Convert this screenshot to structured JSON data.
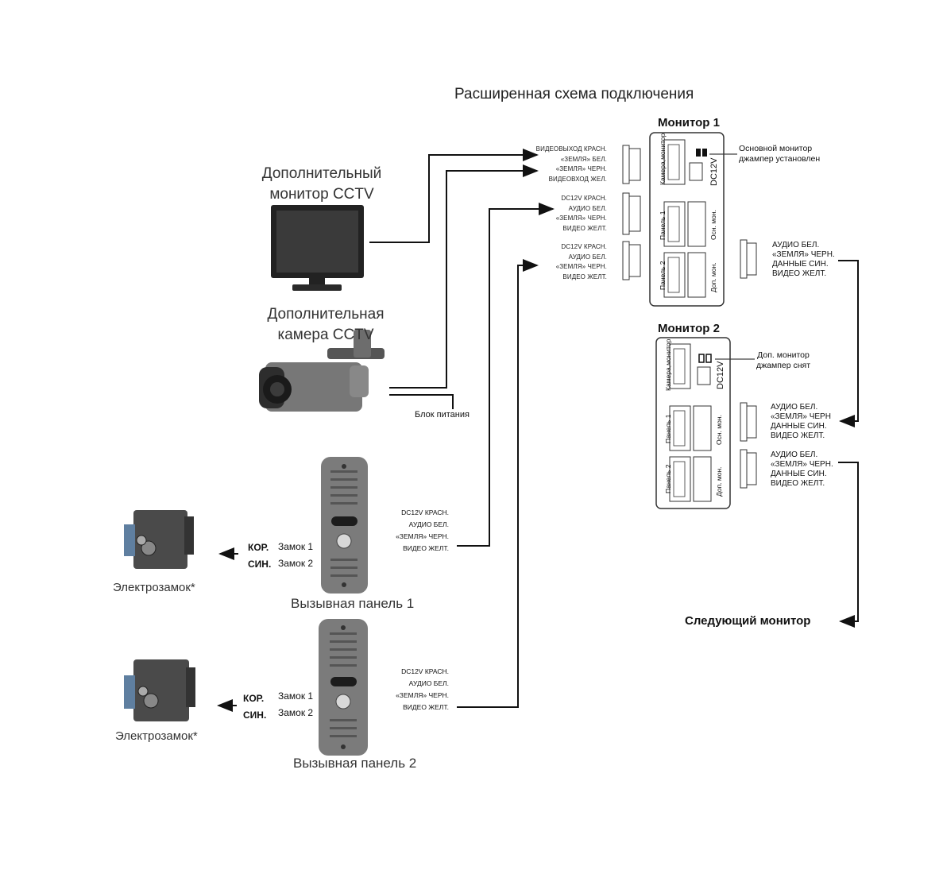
{
  "title": "Расширенная схема подключения",
  "monitor1": {
    "title": "Монитор 1",
    "jumper_note_line1": "Основной монитор",
    "jumper_note_line2": "джампер установлен",
    "cam_port_label": "Камера,монитор",
    "panel1_label": "Панель 1",
    "panel2_label": "Панель 2",
    "main_label": "Осн. мон.",
    "extra_label": "Доп. мон.",
    "dc_label": "DC12V",
    "out_wires": [
      "АУДИО БЕЛ.",
      "«ЗЕМЛЯ» ЧЕРН.",
      "ДАННЫЕ СИН.",
      "ВИДЕО ЖЕЛТ."
    ]
  },
  "monitor2": {
    "title": "Монитор 2",
    "jumper_note_line1": "Доп. монитор",
    "jumper_note_line2": "джампер снят",
    "cam_port_label": "Камера,монитор",
    "panel1_label": "Панель 1",
    "panel2_label": "Панель 2",
    "main_label": "Осн. мон.",
    "extra_label": "Доп. мон.",
    "dc_label": "DC12V",
    "in_wires": [
      "АУДИО БЕЛ.",
      "«ЗЕМЛЯ» ЧЕРН",
      "ДАННЫЕ СИН.",
      "ВИДЕО ЖЕЛТ."
    ],
    "out_wires": [
      "АУДИО БЕЛ.",
      "«ЗЕМЛЯ» ЧЕРН.",
      "ДАННЫЕ СИН.",
      "ВИДЕО ЖЕЛТ."
    ]
  },
  "port_groups": {
    "camera_monitor": [
      "ВИДЕОВЫХОД КРАСН.",
      "«ЗЕМЛЯ» БЕЛ.",
      "«ЗЕМЛЯ» ЧЕРН.",
      "ВИДЕОВХОД ЖЕЛ."
    ],
    "panel1": [
      "DC12V КРАСН.",
      "АУДИО БЕЛ.",
      "«ЗЕМЛЯ» ЧЕРН.",
      "ВИДЕО ЖЕЛТ."
    ],
    "panel2": [
      "DC12V КРАСН.",
      "АУДИО БЕЛ.",
      "«ЗЕМЛЯ» ЧЕРН.",
      "ВИДЕО ЖЕЛТ."
    ]
  },
  "extra_monitor": {
    "line1": "Дополнительный",
    "line2": "монитор CCTV"
  },
  "extra_camera": {
    "line1": "Дополнительная",
    "line2": "камера CCTV"
  },
  "power_supply": "Блок питания",
  "call_panel1": {
    "name": "Вызывная панель 1",
    "wires": [
      "DC12V КРАСН.",
      "АУДИО БЕЛ.",
      "«ЗЕМЛЯ» ЧЕРН.",
      "ВИДЕО ЖЕЛТ."
    ],
    "lock1": "Замок 1",
    "lock2": "Замок 2"
  },
  "call_panel2": {
    "name": "Вызывная панель 2",
    "wires": [
      "DC12V КРАСН.",
      "АУДИО БЕЛ.",
      "«ЗЕМЛЯ» ЧЕРН.",
      "ВИДЕО ЖЕЛТ."
    ],
    "lock1": "Замок 1",
    "lock2": "Замок 2"
  },
  "lock_wires": {
    "brown": "КОР.",
    "blue": "СИН."
  },
  "electric_lock1": "Электрозамок*",
  "electric_lock2": "Электрозамок*",
  "next_monitor": "Следующий монитор"
}
